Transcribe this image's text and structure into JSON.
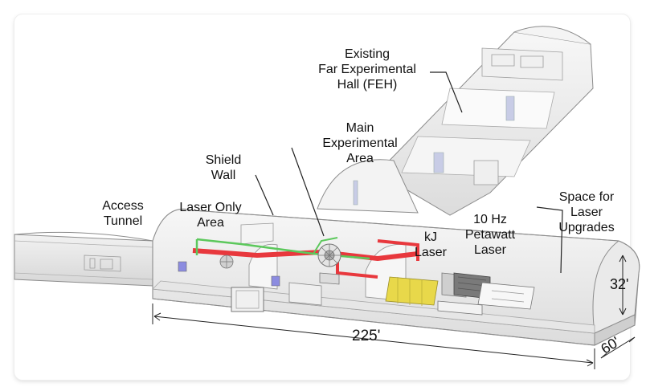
{
  "labels": {
    "feh_line1": "Existing",
    "feh_line2": "Far Experimental",
    "feh_line3": "Hall (FEH)",
    "main_line1": "Main",
    "main_line2": "Experimental",
    "main_line3": "Area",
    "shield_line1": "Shield",
    "shield_line2": "Wall",
    "access_line1": "Access",
    "access_line2": "Tunnel",
    "laser_only_line1": "Laser Only",
    "laser_only_line2": "Area",
    "space_line1": "Space for",
    "space_line2": "Laser",
    "space_line3": "Upgrades",
    "hz_line1": "10 Hz",
    "hz_line2": "Petawatt",
    "hz_line3": "Laser",
    "kj_line1": "kJ",
    "kj_line2": "Laser"
  },
  "dimensions": {
    "length": "225'",
    "height": "32'",
    "width": "60'"
  },
  "colors": {
    "beam_red": "#e8383d",
    "beam_green": "#5cc85c",
    "kj_yellow": "#e8d84a",
    "structure_gray": "#9a9a9a",
    "floor_gray": "#e6e6e6"
  }
}
